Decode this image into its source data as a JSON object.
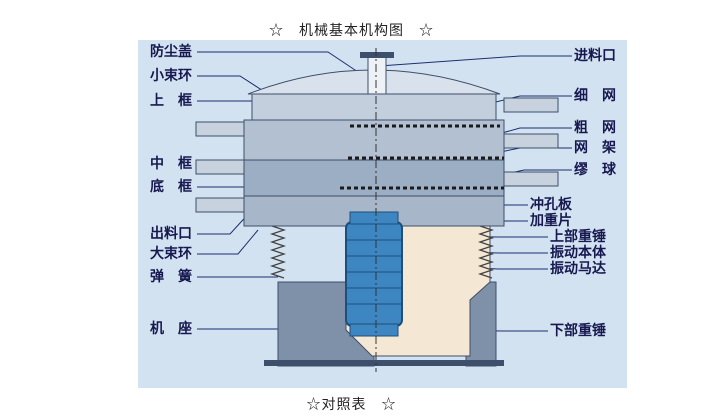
{
  "title": "☆　机械基本机构图　☆",
  "caption": "☆对照表　☆",
  "colors": {
    "panel_bg": "#d3e2f1",
    "label_text": "#16184f",
    "leader_line": "#1b2f6e",
    "machine_body": "#7e91a8",
    "machine_dark": "#3d4f6a",
    "motor": "#3e86c2",
    "interior": "#f4e8d4",
    "spring": "#444444"
  },
  "labels_left": {
    "dust_cover": "防尘盖",
    "small_clamp_ring": "小束环",
    "upper_frame": "上　框",
    "middle_frame": "中　框",
    "bottom_frame": "底　框",
    "discharge_port": "出料口",
    "large_clamp_ring": "大束环",
    "spring": "弹　簧",
    "base": "机　座"
  },
  "labels_right": {
    "feed_inlet": "进料口",
    "fine_mesh": "细　网",
    "coarse_mesh": "粗　网",
    "mesh_frame": "网　架",
    "bouncing_ball": "缪　球",
    "perforated_plate": "冲孔板",
    "counterweight_plate": "加重片",
    "upper_weight": "上部重锤",
    "vibration_body": "振动本体",
    "vibration_motor": "振动马达",
    "lower_weight": "下部重锤"
  }
}
